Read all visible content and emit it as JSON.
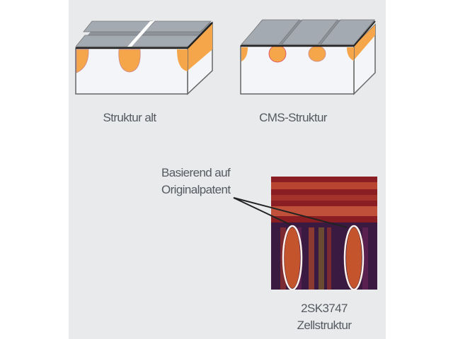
{
  "labels": {
    "old_structure": "Struktur alt",
    "cms_structure": "CMS-Struktur",
    "annotation_line1": "Basierend auf",
    "annotation_line2": "Originalpatent",
    "cell_title_line1": "2SK3747",
    "cell_title_line2": "Zellstruktur"
  },
  "colors": {
    "background": "#e9eaec",
    "doping": "#f5a64a",
    "metal": "#9ea4ac",
    "substrate": "#f2f3f6"
  }
}
